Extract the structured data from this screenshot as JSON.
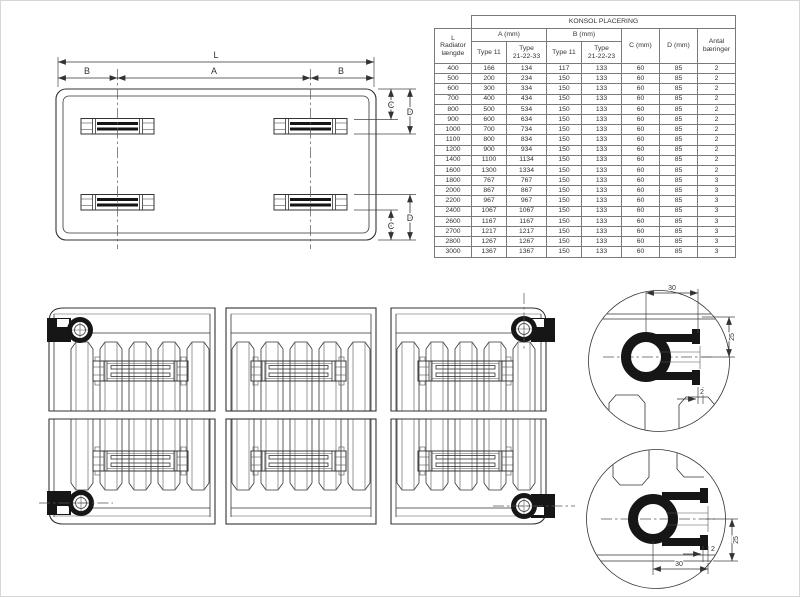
{
  "colors": {
    "line": "#333333",
    "heavy_fill": "#161616",
    "table_border": "#7a7a7a",
    "background": "#ffffff"
  },
  "table": {
    "title": "KONSOL PLACERING",
    "col1": [
      "L",
      "Radiator",
      "længde"
    ],
    "groups": {
      "a": "A (mm)",
      "b": "B (mm)",
      "c": "C (mm)",
      "d": "D (mm)"
    },
    "antal": [
      "Antal",
      "bæringer"
    ],
    "sub": {
      "a1": "Type 11",
      "a2": [
        "Type",
        "21-22-33"
      ],
      "b1": "Type 11",
      "b2": [
        "Type",
        "21-22-23"
      ]
    },
    "rows": [
      [
        400,
        166,
        134,
        117,
        133,
        60,
        85,
        2
      ],
      [
        500,
        200,
        234,
        150,
        133,
        60,
        85,
        2
      ],
      [
        600,
        300,
        334,
        150,
        133,
        60,
        85,
        2
      ],
      [
        700,
        400,
        434,
        150,
        133,
        60,
        85,
        2
      ],
      [
        800,
        500,
        534,
        150,
        133,
        60,
        85,
        2
      ],
      [
        900,
        600,
        634,
        150,
        133,
        60,
        85,
        2
      ],
      [
        1000,
        700,
        734,
        150,
        133,
        60,
        85,
        2
      ],
      [
        1100,
        800,
        834,
        150,
        133,
        60,
        85,
        2
      ],
      [
        1200,
        900,
        934,
        150,
        133,
        60,
        85,
        2
      ],
      [
        1400,
        1100,
        1134,
        150,
        133,
        60,
        85,
        2
      ],
      [
        1600,
        1300,
        1334,
        150,
        133,
        60,
        85,
        2
      ],
      [
        1800,
        767,
        767,
        150,
        133,
        60,
        85,
        3
      ],
      [
        2000,
        867,
        867,
        150,
        133,
        60,
        85,
        3
      ],
      [
        2200,
        967,
        967,
        150,
        133,
        60,
        85,
        3
      ],
      [
        2400,
        1067,
        1067,
        150,
        133,
        60,
        85,
        3
      ],
      [
        2600,
        1167,
        1167,
        150,
        133,
        60,
        85,
        3
      ],
      [
        2700,
        1217,
        1217,
        150,
        133,
        60,
        85,
        3
      ],
      [
        2800,
        1267,
        1267,
        150,
        133,
        60,
        85,
        3
      ],
      [
        3000,
        1367,
        1367,
        150,
        133,
        60,
        85,
        3
      ]
    ]
  },
  "dims": {
    "L": "L",
    "A": "A",
    "B": "B",
    "C": "C",
    "D": "D"
  },
  "details": {
    "width": "30",
    "height": "25",
    "thickness": "2"
  }
}
